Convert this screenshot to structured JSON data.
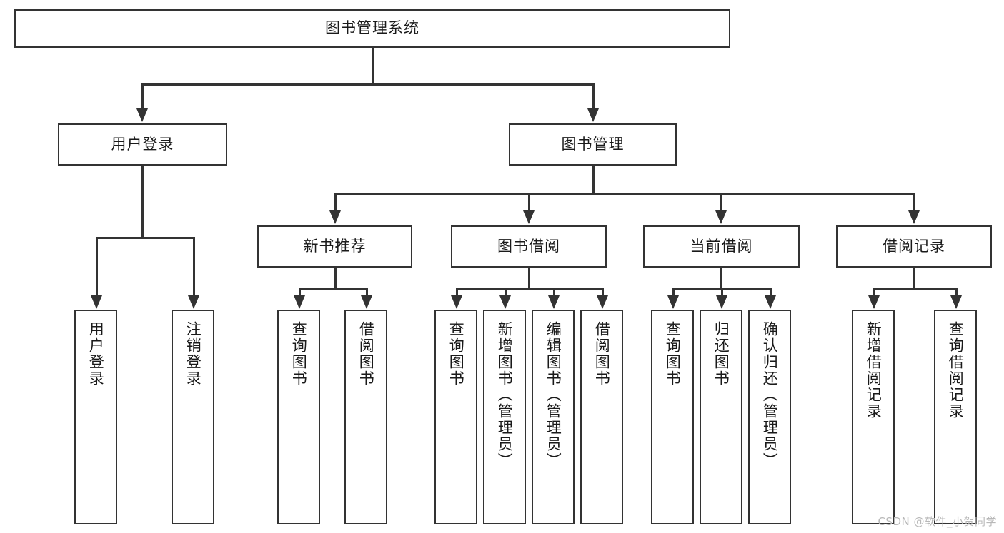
{
  "diagram": {
    "title_node": {
      "label": "图书管理系统"
    },
    "level1": [
      {
        "label": "用户登录"
      },
      {
        "label": "图书管理"
      }
    ],
    "level2": [
      {
        "label": "新书推荐"
      },
      {
        "label": "图书借阅"
      },
      {
        "label": "当前借阅"
      },
      {
        "label": "借阅记录"
      }
    ],
    "leaves": {
      "user_login": [
        {
          "label": "用户登录"
        },
        {
          "label": "注销登录"
        }
      ],
      "new_book_recommend": [
        {
          "label": "查询图书"
        },
        {
          "label": "借阅图书"
        }
      ],
      "book_borrow": [
        {
          "label": "查询图书"
        },
        {
          "label": "新增图书（管理员）"
        },
        {
          "label": "编辑图书（管理员）"
        },
        {
          "label": "借阅图书"
        }
      ],
      "current_borrow": [
        {
          "label": "查询图书"
        },
        {
          "label": "归还图书"
        },
        {
          "label": "确认归还（管理员）"
        }
      ],
      "borrow_record": [
        {
          "label": "新增借阅记录"
        },
        {
          "label": "查询借阅记录"
        }
      ]
    }
  },
  "watermark": {
    "text": "CSDN @软件_小贺同学"
  },
  "colors": {
    "stroke": "#333333",
    "text": "#1a1a1a",
    "background": "#ffffff",
    "watermark": "#b8b8b8"
  }
}
